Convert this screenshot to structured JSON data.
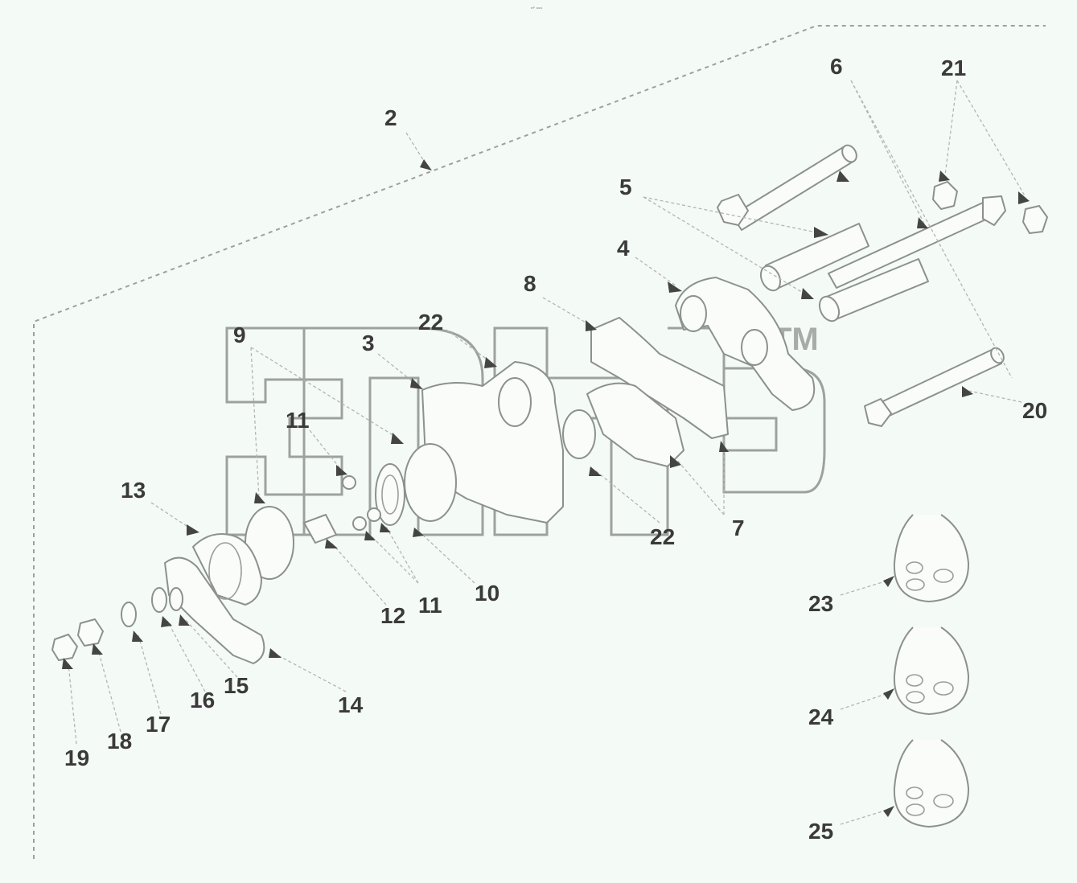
{
  "header": {
    "code": "ᵉᴾ ᵒᵒᵒ"
  },
  "watermark": {
    "logo_text": "elcats",
    "tm": "TM"
  },
  "callouts": [
    "2",
    "3",
    "4",
    "5",
    "6",
    "7",
    "8",
    "9",
    "10",
    "11",
    "11",
    "12",
    "13",
    "14",
    "15",
    "16",
    "17",
    "18",
    "19",
    "20",
    "21",
    "22",
    "22",
    "23",
    "24",
    "25"
  ],
  "colors": {
    "background": "#f4faf5",
    "line": "#8d918d",
    "label": "#3a3a3a",
    "arrow": "#444444"
  }
}
